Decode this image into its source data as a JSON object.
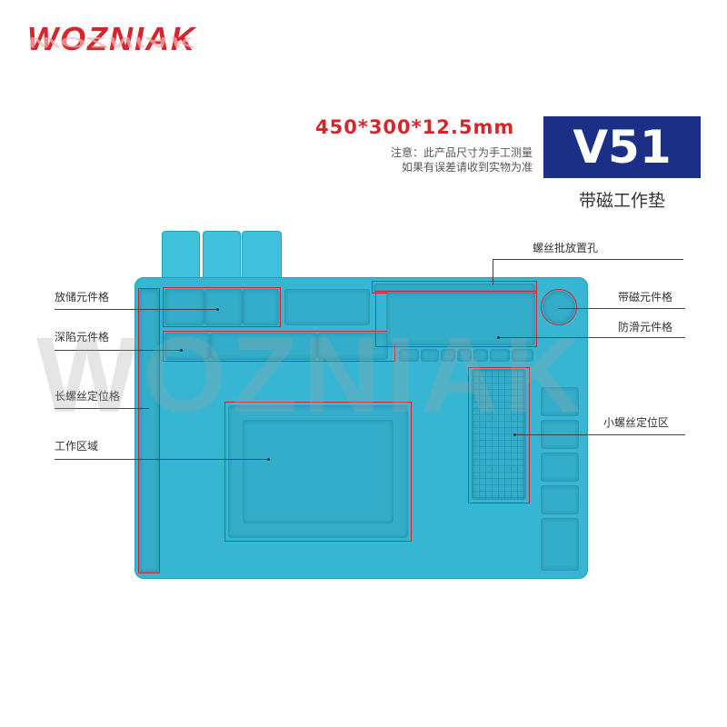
{
  "brand": {
    "logo_text": "WOZNIAK",
    "watermark_text": "WOZNIAK"
  },
  "product": {
    "size": "450*300*12.5mm",
    "note_line1": "注意：此产品尺寸为手工测量",
    "note_line2": "如果有误差请收到实物为准",
    "model": "V51",
    "subtitle": "带磁工作垫"
  },
  "colors": {
    "brand_red": "#d7262b",
    "model_bg": "#1b2f87",
    "mat_blue": "#37b6d3"
  },
  "labels": {
    "storage_cells": "放储元件格",
    "deep_cells": "深陷元件格",
    "long_screw": "长螺丝定位格",
    "work_area": "工作区域",
    "screwdriver_holes": "螺丝批放置孔",
    "magnetic_cells": "带磁元件格",
    "antislip_cells": "防滑元件格",
    "small_screw": "小螺丝定位区"
  }
}
